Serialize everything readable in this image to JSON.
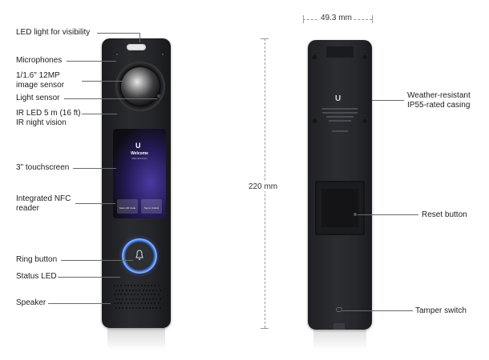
{
  "labels": {
    "led": "LED light for visibility",
    "microphones": "Microphones",
    "image_sensor_1": "1/1.6\" 12MP",
    "image_sensor_2": "image sensor",
    "light_sensor": "Light sensor",
    "ir_led_1": "IR LED 5 m (16 ft)",
    "ir_led_2": "IR night vision",
    "touchscreen": "3\" touchscreen",
    "nfc_1": "Integrated NFC",
    "nfc_2": "reader",
    "ring_button": "Ring button",
    "status_led": "Status LED",
    "speaker": "Speaker",
    "weather_1": "Weather-resistant",
    "weather_2": "IP55-rated casing",
    "reset_button": "Reset button",
    "tamper_switch": "Tamper switch"
  },
  "dimensions": {
    "width": "49.3 mm",
    "height": "220 mm"
  },
  "screen": {
    "title": "Welcome",
    "subtitle": "Main Entrance",
    "button_left": "Scan QR Code",
    "button_right": "Tap to Unlock"
  },
  "icons": [
    "camera-lens-icon",
    "bell-icon",
    "speaker-grille-icon",
    "ubiquiti-logo-icon"
  ],
  "colors": {
    "device_body": "#25262a",
    "ring_led": "#3e7cf0"
  }
}
